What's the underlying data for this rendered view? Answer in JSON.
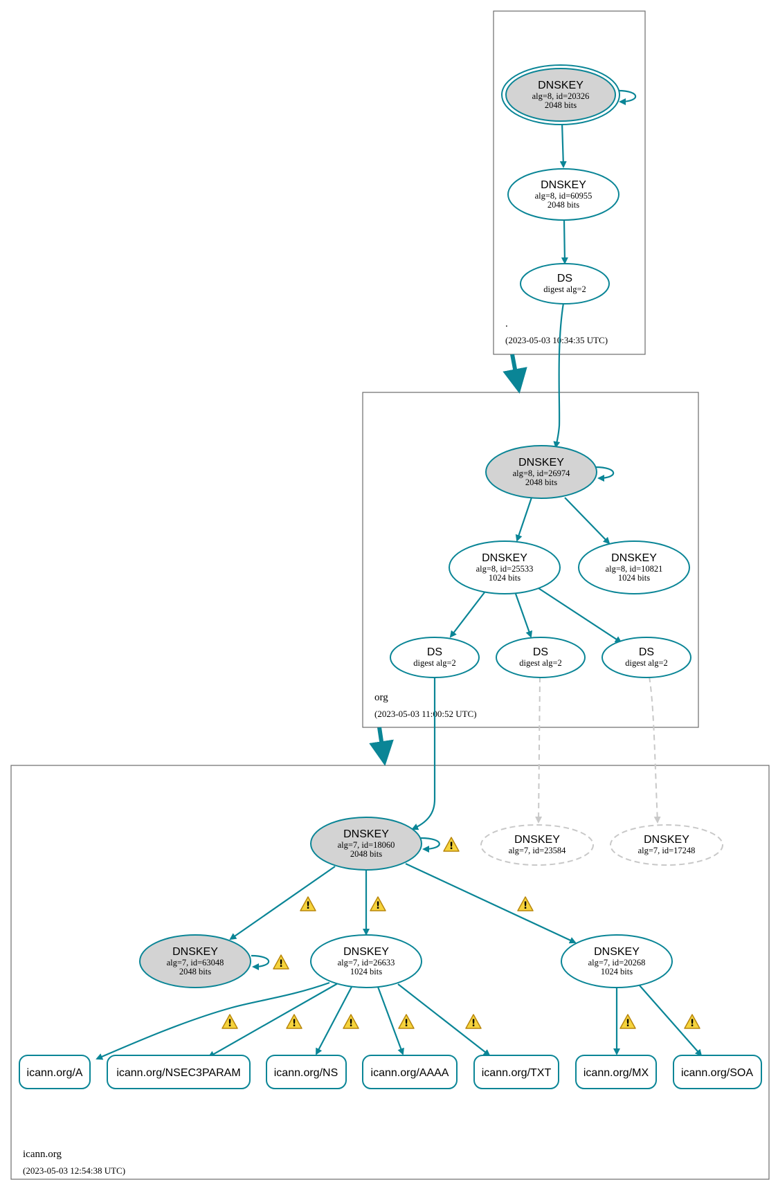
{
  "colors": {
    "edge": "#0a8596",
    "dashed_edge": "#c8c8c8",
    "trust_anchor_fill": "#d3d3d3",
    "node_fill": "#ffffff",
    "zone_border": "#6b6b6b",
    "warning": "#f5d33c"
  },
  "zones": {
    "root": {
      "name": ".",
      "timestamp": "(2023-05-03 10:34:35 UTC)"
    },
    "org": {
      "name": "org",
      "timestamp": "(2023-05-03 11:00:52 UTC)"
    },
    "icann": {
      "name": "icann.org",
      "timestamp": "(2023-05-03 12:54:38 UTC)"
    }
  },
  "nodes": {
    "root_ksk": {
      "title": "DNSKEY",
      "line1": "alg=8, id=20326",
      "line2": "2048 bits"
    },
    "root_zsk": {
      "title": "DNSKEY",
      "line1": "alg=8, id=60955",
      "line2": "2048 bits"
    },
    "root_ds": {
      "title": "DS",
      "line1": "digest alg=2"
    },
    "org_ksk": {
      "title": "DNSKEY",
      "line1": "alg=8, id=26974",
      "line2": "2048 bits"
    },
    "org_zsk1": {
      "title": "DNSKEY",
      "line1": "alg=8, id=25533",
      "line2": "1024 bits"
    },
    "org_zsk2": {
      "title": "DNSKEY",
      "line1": "alg=8, id=10821",
      "line2": "1024 bits"
    },
    "org_ds1": {
      "title": "DS",
      "line1": "digest alg=2"
    },
    "org_ds2": {
      "title": "DS",
      "line1": "digest alg=2"
    },
    "org_ds3": {
      "title": "DS",
      "line1": "digest alg=2"
    },
    "icann_ksk": {
      "title": "DNSKEY",
      "line1": "alg=7, id=18060",
      "line2": "2048 bits"
    },
    "icann_missing1": {
      "title": "DNSKEY",
      "line1": "alg=7, id=23584"
    },
    "icann_missing2": {
      "title": "DNSKEY",
      "line1": "alg=7, id=17248"
    },
    "icann_ksk2": {
      "title": "DNSKEY",
      "line1": "alg=7, id=63048",
      "line2": "2048 bits"
    },
    "icann_zsk1": {
      "title": "DNSKEY",
      "line1": "alg=7, id=26633",
      "line2": "1024 bits"
    },
    "icann_zsk2": {
      "title": "DNSKEY",
      "line1": "alg=7, id=20268",
      "line2": "1024 bits"
    }
  },
  "rrsets": {
    "a": "icann.org/A",
    "nsec3param": "icann.org/NSEC3PARAM",
    "ns": "icann.org/NS",
    "aaaa": "icann.org/AAAA",
    "txt": "icann.org/TXT",
    "mx": "icann.org/MX",
    "soa": "icann.org/SOA"
  },
  "warning_symbol": "!"
}
